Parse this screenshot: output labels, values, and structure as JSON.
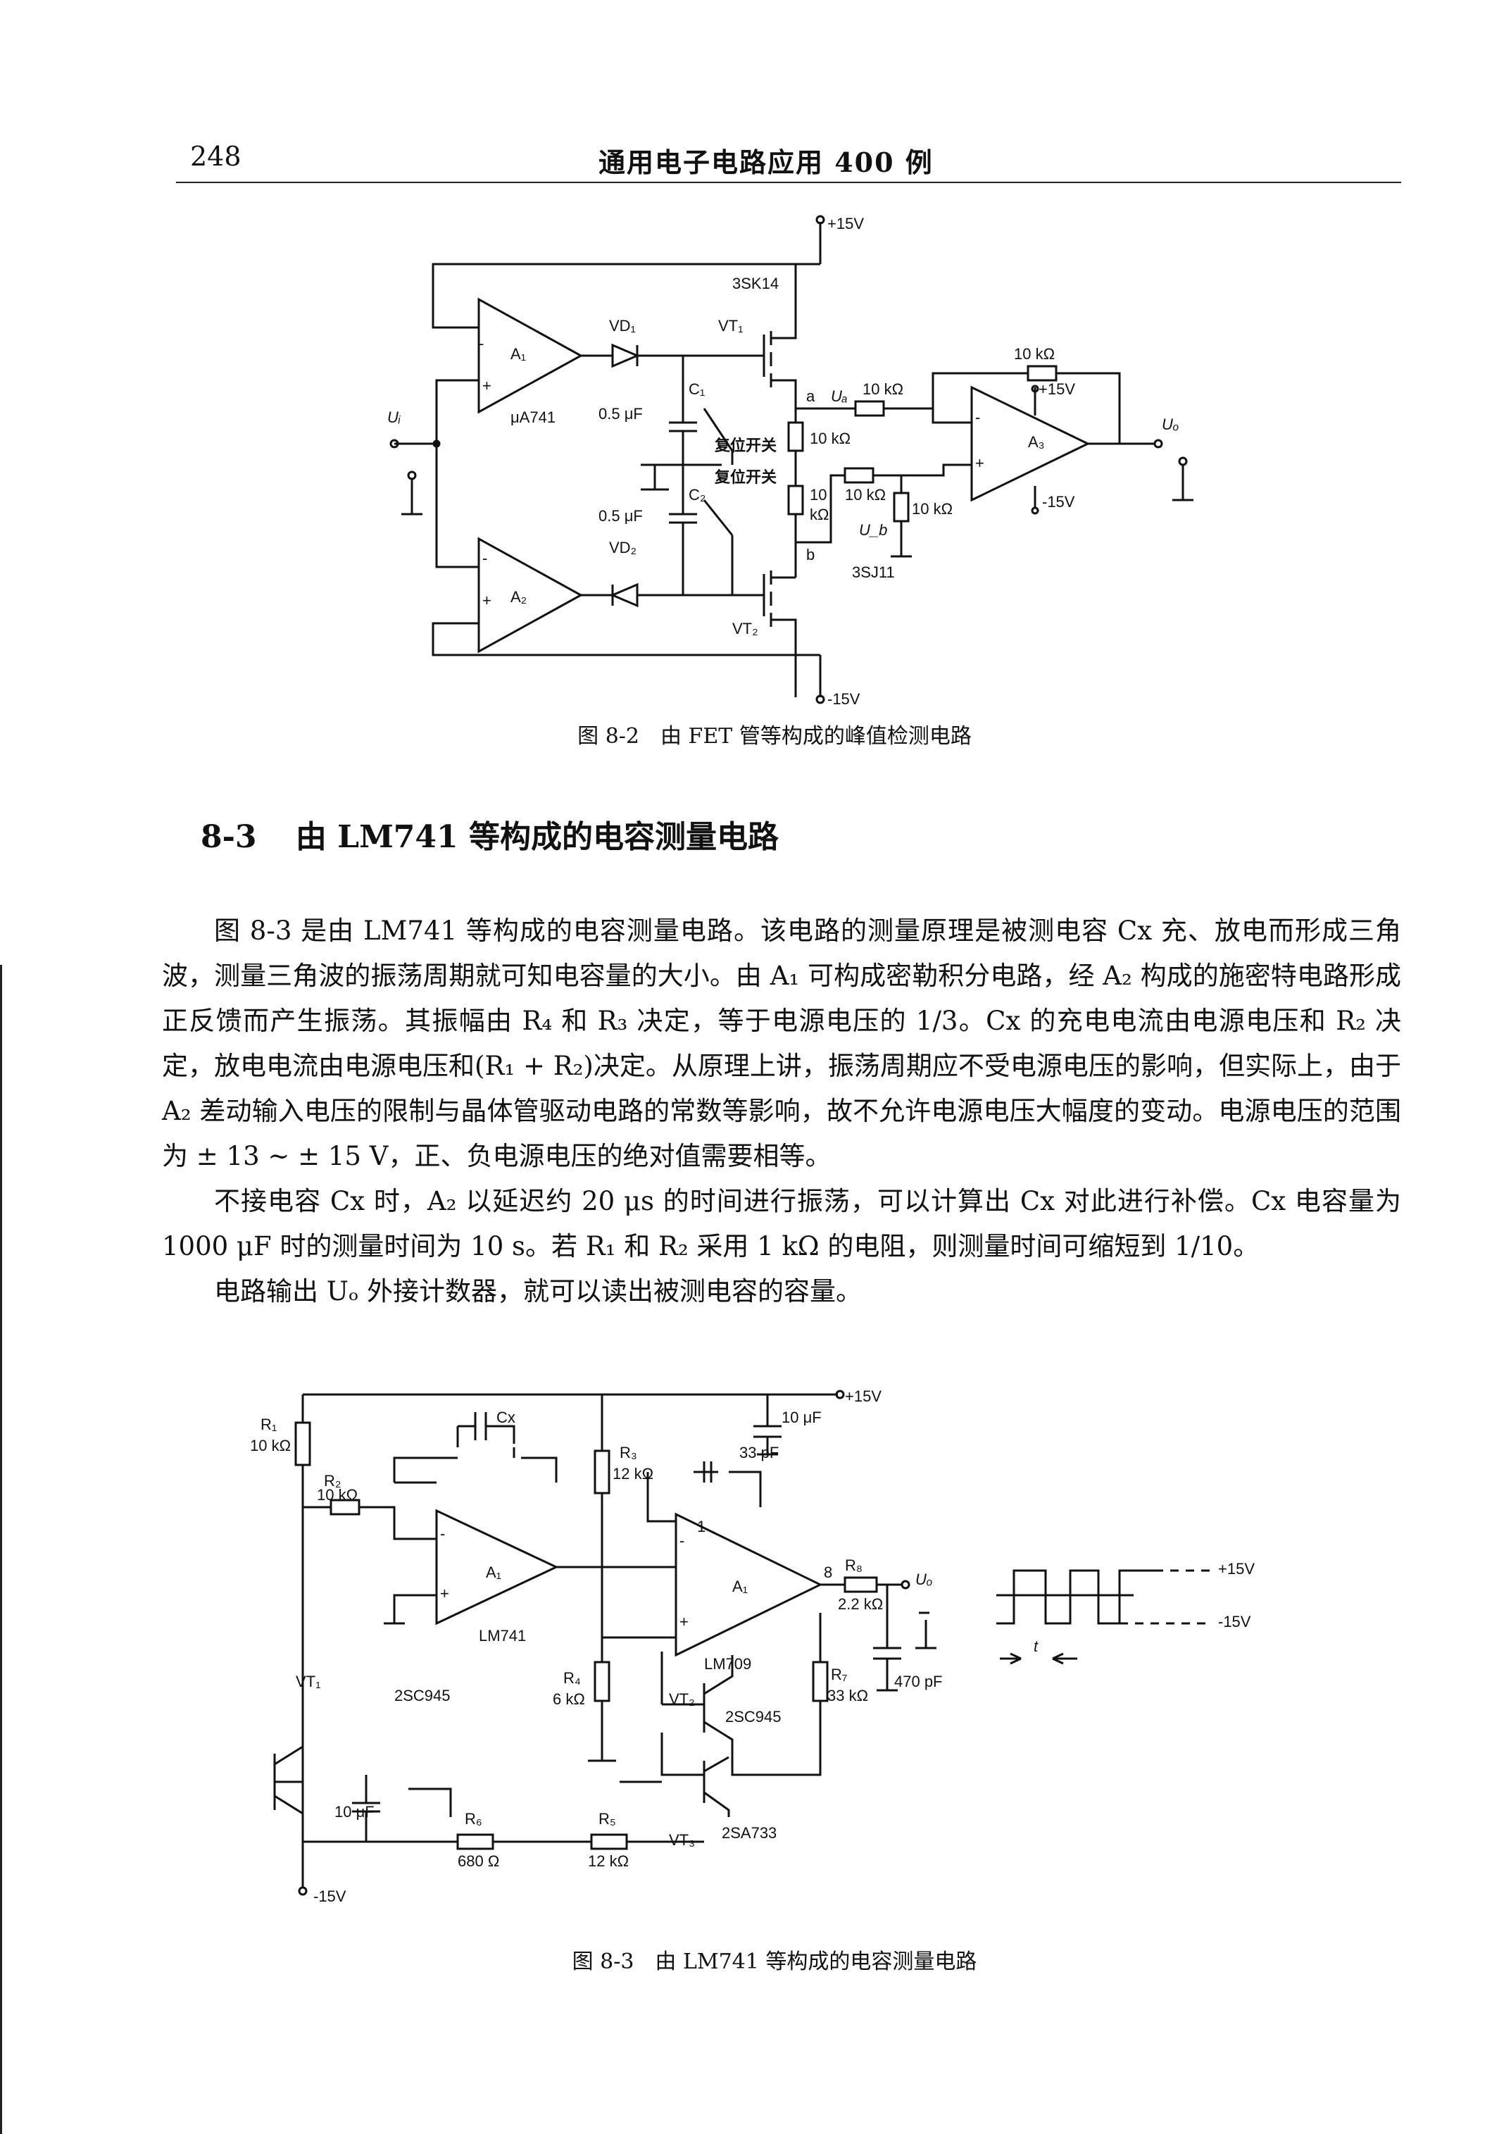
{
  "header": {
    "page_number": "248",
    "running_title": "通用电子电路应用 400 例"
  },
  "figure1": {
    "caption": "图 8-2　由 FET 管等构成的峰值检测电路",
    "labels": {
      "vplus": "+15V",
      "vminus": "-15V",
      "q1_model": "3SK14",
      "q2_model": "3SJ11",
      "vt1": "VT₁",
      "vt2": "VT₂",
      "vd1": "VD₁",
      "vd2": "VD₂",
      "a1": "A₁",
      "a2": "A₂",
      "a3": "A₃",
      "ua741": "μA741",
      "c1": "C₁",
      "c2": "C₂",
      "cap1": "0.5 μF",
      "cap2": "0.5 μF",
      "reset1": "复位开关",
      "reset2": "复位开关",
      "ui": "Uᵢ",
      "ua": "Uₐ",
      "ub": "U_b",
      "uo": "Uₒ",
      "node_a": "a",
      "node_b": "b",
      "r_top": "10 kΩ",
      "r_a": "10 kΩ",
      "r_mid": "10 kΩ",
      "r_mid2": "10",
      "r_mid2b": "kΩ",
      "r_b": "10 kΩ",
      "r_gnd": "10 kΩ",
      "a3_vplus": "+15V",
      "a3_vminus": "-15V",
      "minus": "-",
      "plus": "+"
    }
  },
  "section": {
    "number": "8-3",
    "title": "由 LM741 等构成的电容测量电路"
  },
  "paragraphs": [
    "图 8-3 是由 LM741 等构成的电容测量电路。该电路的测量原理是被测电容 Cx 充、放电而形成三角波，测量三角波的振荡周期就可知电容量的大小。由 A₁ 可构成密勒积分电路，经 A₂ 构成的施密特电路形成正反馈而产生振荡。其振幅由 R₄ 和 R₃ 决定，等于电源电压的 1/3。Cx 的充电电流由电源电压和 R₂ 决定，放电电流由电源电压和(R₁ + R₂)决定。从原理上讲，振荡周期应不受电源电压的影响，但实际上，由于 A₂ 差动输入电压的限制与晶体管驱动电路的常数等影响，故不允许电源电压大幅度的变动。电源电压的范围为 ± 13 ~ ± 15 V，正、负电源电压的绝对值需要相等。",
    "不接电容 Cx 时，A₂ 以延迟约 20 μs 的时间进行振荡，可以计算出 Cx 对此进行补偿。Cx 电容量为 1000 μF 时的测量时间为 10 s。若 R₁ 和 R₂ 采用 1 kΩ 的电阻，则测量时间可缩短到 1/10。",
    "电路输出 Uₒ 外接计数器，就可以读出被测电容的容量。"
  ],
  "figure2": {
    "caption": "图 8-3　由 LM741 等构成的电容测量电路",
    "labels": {
      "vplus": "+15V",
      "vminus": "-15V",
      "r1": "R₁",
      "r1v": "10 kΩ",
      "r2": "R₂",
      "r2v": "10 kΩ",
      "cx": "Cx",
      "a1": "A₁",
      "a2": "A₁",
      "lm741": "LM741",
      "lm709": "LM709",
      "r3": "R₃",
      "r3v": "12 kΩ",
      "c33": "33 pF",
      "c10": "10 μF",
      "r4": "R₄",
      "r4v": "6 kΩ",
      "vt1": "VT₁",
      "vt1m": "2SC945",
      "vt2": "VT₂",
      "vt2m": "2SC945",
      "vt3": "VT₃",
      "vt3m": "2SA733",
      "c10b": "10 μF",
      "r6": "R₆",
      "r6v": "680 Ω",
      "r5": "R₅",
      "r5v": "12 kΩ",
      "r7": "R₇",
      "r7v": "33 kΩ",
      "r8": "R₈",
      "r8v": "2.2 kΩ",
      "c470": "470 pF",
      "uo": "Uₒ",
      "pin1": "1",
      "pin8": "8",
      "wave_hi": "+15V",
      "wave_lo": "-15V",
      "period": "t",
      "minus": "-",
      "plus": "+"
    }
  }
}
